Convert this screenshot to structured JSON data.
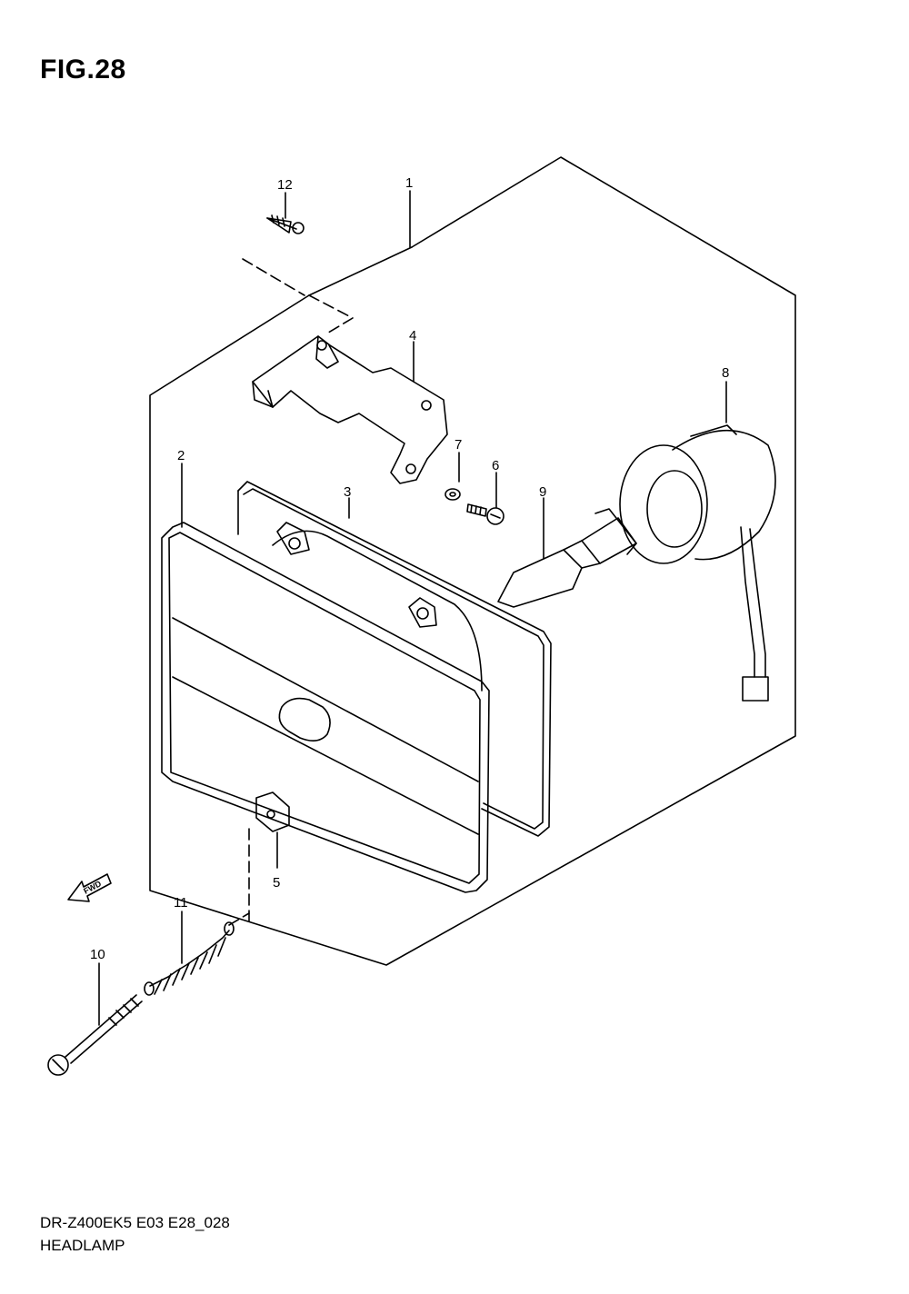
{
  "figure": {
    "title": "FIG.28",
    "model_code": "DR-Z400EK5 E03 E28_028",
    "name": "HEADLAMP"
  },
  "callouts": [
    "1",
    "2",
    "3",
    "4",
    "5",
    "6",
    "7",
    "8",
    "9",
    "10",
    "11",
    "12"
  ],
  "direction_marker": "FWD",
  "colors": {
    "line": "#000000",
    "background": "#ffffff"
  }
}
